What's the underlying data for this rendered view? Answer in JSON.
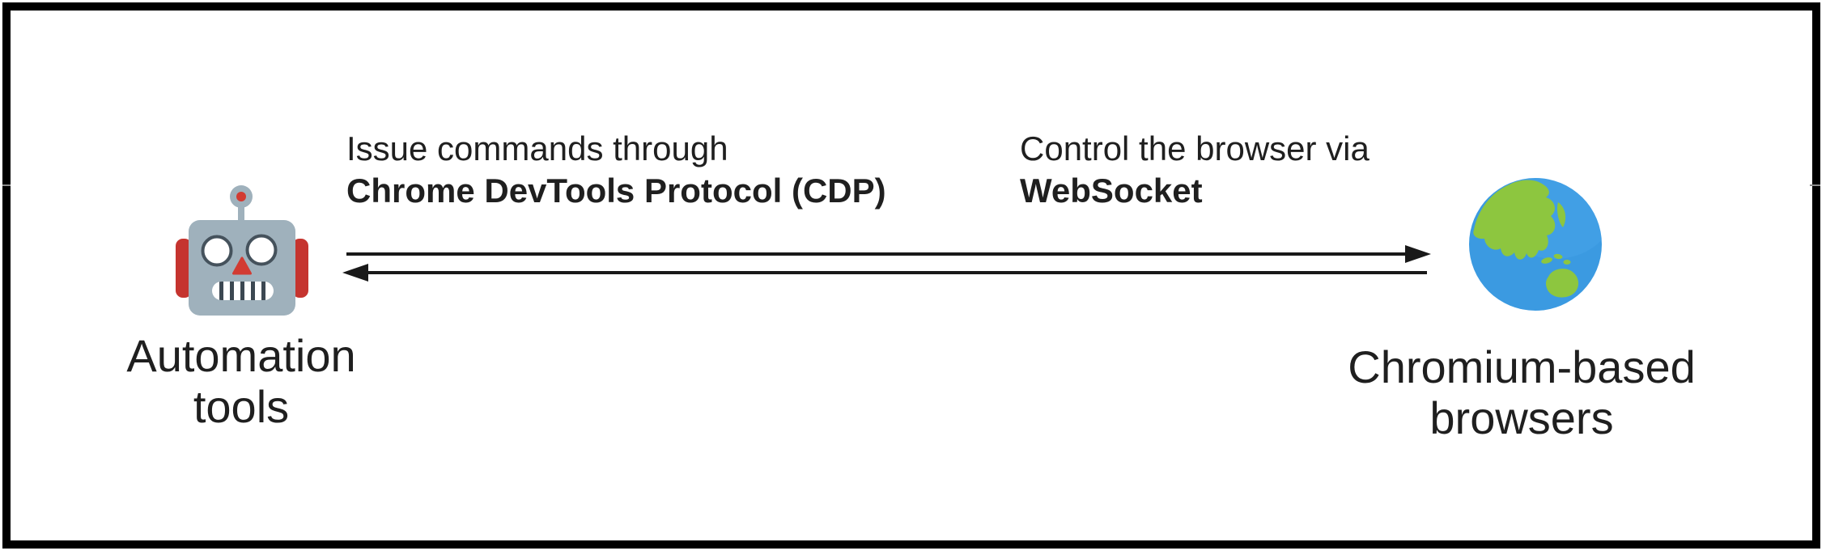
{
  "diagram": {
    "nodes": {
      "automation": {
        "icon": "robot-icon",
        "label_line1": "Automation",
        "label_line2": "tools"
      },
      "browsers": {
        "icon": "globe-asia-australia-icon",
        "label_line1": "Chromium-based",
        "label_line2": "browsers"
      }
    },
    "annotations": {
      "left": {
        "line_regular": "Issue commands through",
        "line_bold": "Chrome DevTools Protocol (CDP)"
      },
      "right": {
        "line_regular": "Control the browser via",
        "line_bold": "WebSocket"
      }
    },
    "edges": [
      {
        "from": "automation",
        "to": "browsers",
        "direction": "right"
      },
      {
        "from": "browsers",
        "to": "automation",
        "direction": "left"
      }
    ]
  },
  "colors": {
    "text": "#1f1f1f",
    "frame": "#000000",
    "arrow": "#191919",
    "robot_gray": "#9fb1bc",
    "robot_red": "#c5342f",
    "robot_nose_red": "#d23b32",
    "robot_outline": "#45525c",
    "robot_teeth_dark": "#3c4852",
    "globe_ocean": "#3b9ae1",
    "globe_ocean_light": "#55aef2",
    "globe_land": "#8dc63f"
  }
}
